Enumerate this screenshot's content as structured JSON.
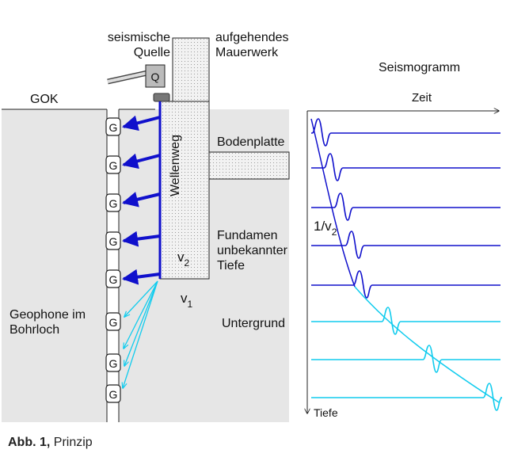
{
  "labels": {
    "source": "seismische\nQuelle",
    "source_symbol": "Q",
    "masonry": "aufgehendes\nMauerwerk",
    "gok": "GOK",
    "wave_path": "Wellenweg",
    "floor_slab": "Bodenplatte",
    "foundation": "Fundamen\nunbekannter\nTiefe",
    "v2": "v",
    "v2_sub": "2",
    "v1": "v",
    "v1_sub": "1",
    "subsoil": "Untergrund",
    "geophones": "Geophone im\nBohrloch",
    "geophone_symbol": "G",
    "seismogram_title": "Seismogramm",
    "time_axis": "Zeit",
    "depth_axis": "Tiefe",
    "slope": "1/v",
    "slope_sub": "2"
  },
  "caption": {
    "bold": "Abb. 1,",
    "text": "Prinzip"
  },
  "colors": {
    "direct_waves": "#1010cc",
    "subsoil_waves": "#11ccee",
    "ground_fill": "#e6e6e6",
    "outline": "#222222"
  },
  "geophone_count": 8,
  "blue_arrow_count": 5,
  "cyan_arrow_count": 4,
  "traces": [
    {
      "medium": "foundation"
    },
    {
      "medium": "foundation"
    },
    {
      "medium": "foundation"
    },
    {
      "medium": "foundation"
    },
    {
      "medium": "foundation"
    },
    {
      "medium": "subsoil"
    },
    {
      "medium": "subsoil"
    },
    {
      "medium": "subsoil"
    }
  ]
}
